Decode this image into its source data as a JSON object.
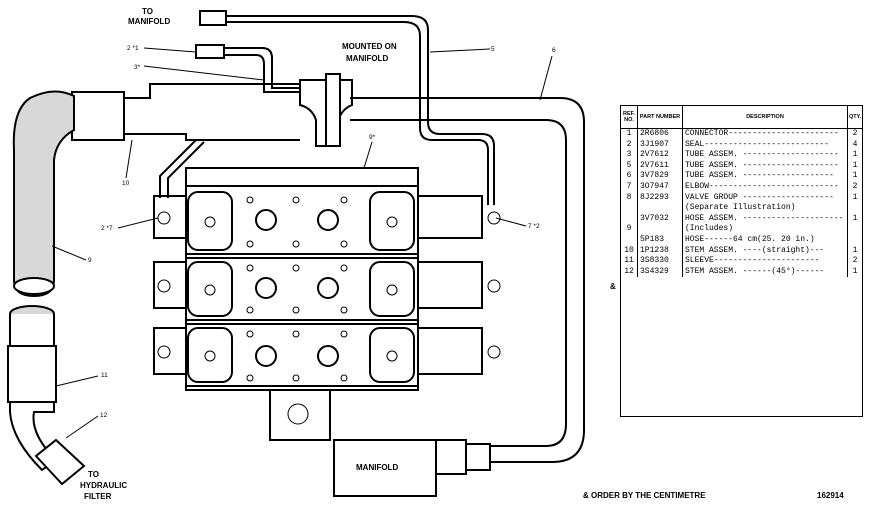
{
  "labels": {
    "to_manifold": "TO\nMANIFOLD",
    "mounted_on_manifold": "MOUNTED ON\nMANIFOLD",
    "manifold": "MANIFOLD",
    "to_hydraulic_filter": "TO\nHYDRAULIC\nFILTER"
  },
  "callouts": [
    "2 *1",
    "3*",
    "5",
    "6",
    "9*",
    "10",
    "9",
    "2 *7",
    "7 *2",
    "11",
    "12"
  ],
  "parts_table": {
    "headers": [
      "REF. NO.",
      "PART NUMBER",
      "DESCRIPTION",
      "QTY."
    ],
    "rows": [
      {
        "ref": "1",
        "part": "2R6806",
        "desc": "CONNECTOR-----------------------",
        "qty": "2"
      },
      {
        "ref": "2",
        "part": "3J1907",
        "desc": "SEAL--------------------------",
        "qty": "4"
      },
      {
        "ref": "3",
        "part": "2V7612",
        "desc": "TUBE ASSEM. --------------------",
        "qty": "1"
      },
      {
        "ref": "",
        "part": "",
        "desc": "",
        "qty": ""
      },
      {
        "ref": "",
        "part": "",
        "desc": "",
        "qty": ""
      },
      {
        "ref": "5",
        "part": "2V7611",
        "desc": "TUBE ASSEM. --------------------",
        "qty": "1"
      },
      {
        "ref": "6",
        "part": "3V7829",
        "desc": "TUBE ASSEM. -------------------",
        "qty": "1"
      },
      {
        "ref": "7",
        "part": "3O7947",
        "desc": "ELBOW---------------------------",
        "qty": "2"
      },
      {
        "ref": "8",
        "part": "8J2293",
        "desc": "VALVE GROUP -------------------",
        "qty": "1"
      },
      {
        "ref": "",
        "part": "",
        "desc": "      (Separate Illustration)",
        "qty": ""
      },
      {
        "ref": "",
        "part": "3V7032",
        "desc": "HOSE ASSEM. ---------------------",
        "qty": "1"
      },
      {
        "ref": "9",
        "part": "",
        "desc": "   (Includes)",
        "qty": ""
      },
      {
        "ref": "",
        "part": "5P183",
        "desc": "    HOSE------64 cm(25. 20 in.)",
        "qty": ""
      },
      {
        "ref": "10",
        "part": "1P1238",
        "desc": "    STEM ASSEM. ----(straight)---",
        "qty": "1"
      },
      {
        "ref": "11",
        "part": "3S8330",
        "desc": "    SLEEVE----------------------",
        "qty": "2"
      },
      {
        "ref": "12",
        "part": "3S4329",
        "desc": "    STEM ASSEM. ------(45°)------",
        "qty": "1"
      }
    ],
    "marker": "&"
  },
  "footer": {
    "note": "& ORDER BY THE CENTIMETRE",
    "illustration_number": "162914"
  }
}
